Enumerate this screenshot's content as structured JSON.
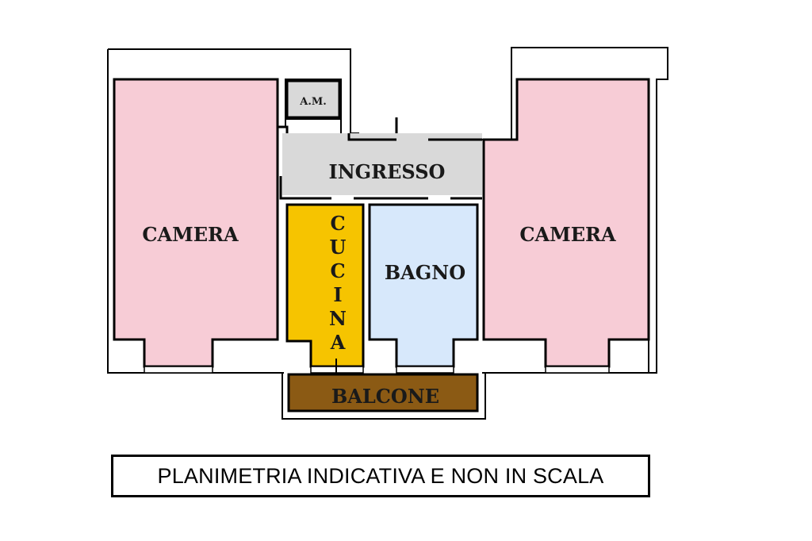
{
  "rooms": {
    "camera_left": "CAMERA",
    "camera_right": "CAMERA",
    "am": "A.M.",
    "ingresso": "INGRESSO",
    "cucina": "CUCINA",
    "cucina_letters": [
      "C",
      "U",
      "C",
      "I",
      "N",
      "A"
    ],
    "bagno": "BAGNO",
    "balcone": "BALCONE"
  },
  "caption": "PLANIMETRIA INDICATIVA E NON IN SCALA",
  "colors": {
    "camera": "#f7ccd6",
    "ingresso": "#d9d9d9",
    "cucina": "#f6c400",
    "bagno": "#d7e8fb",
    "balcone": "#8b5a14",
    "walls": "#000000"
  }
}
